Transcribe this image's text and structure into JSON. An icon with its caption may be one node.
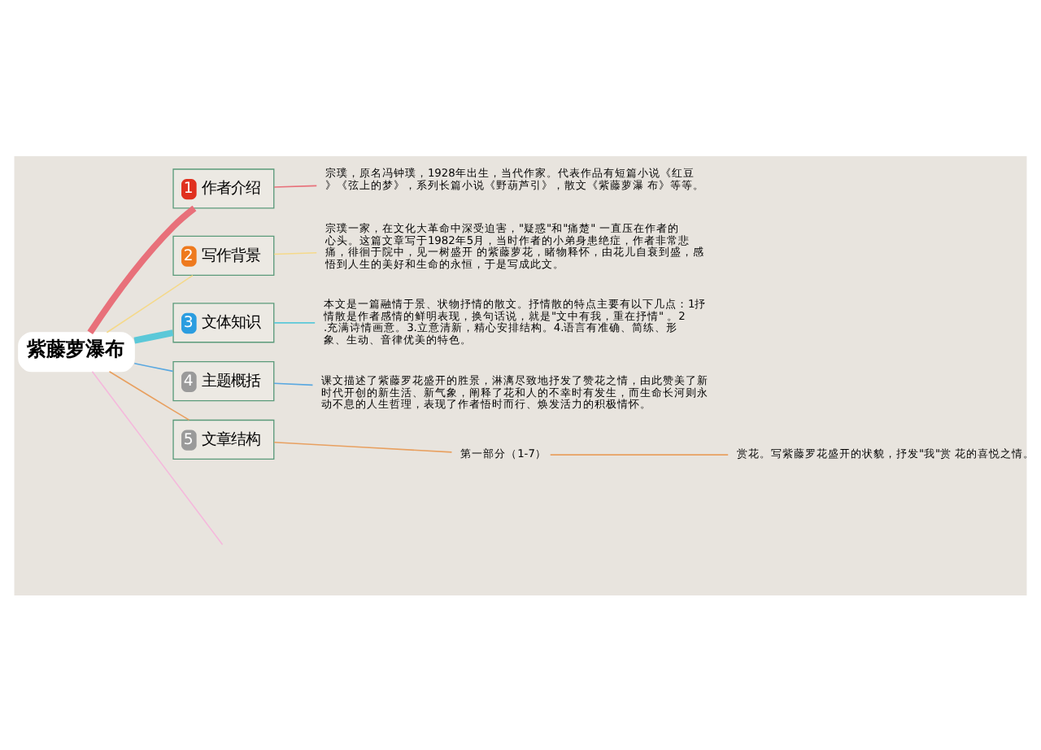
{
  "diagram": {
    "nodes": [
      {
        "text": [
          "紫藤萝瀑布"
        ]
      },
      {
        "text": [
          "1",
          "作者介绍"
        ]
      },
      {
        "text": [
          "2",
          "写作背景"
        ]
      },
      {
        "text": [
          "3",
          "文体知识"
        ]
      },
      {
        "text": [
          "4",
          "主题概括"
        ]
      },
      {
        "text": [
          "5",
          "文章结构"
        ]
      },
      {
        "text": [
          "宗璞，原名冯钟璞，1928年出生，当代作家。代表作品有短篇小说《红豆》《弦上的梦》，系列长篇小说《野葫芦引》，散文《紫藤萝瀑 布》等等。"
        ]
      },
      {
        "text": [
          "宗璞一家，在文化大革命中深受迫害，\"疑惑\"和\"痛楚\" 一直压在作者的心头。这篇文章写于1982年5月，当时作者的小弟身患绝症，作者非常悲痛，徘徊于院中，见一树盛开 的紫藤萝花，睹物释怀，由花儿自衰到盛，感悟到人生的美好和生命的永恒，于是写成此文。"
        ]
      },
      {
        "text": [
          "本文是一篇融情于景、状物抒情的散文。抒情散的特点主要有以下几点：1抒情散是作者感情的鲜明表现，换句话说，就是\"文中有我，重在抒情\" 。2.充满诗情画意。3.立意清新，精心安排结构。4.语言有准确、简练、形象、生动、音律优美的特色。"
        ]
      },
      {
        "text": [
          "课文描述了紫藤罗花盛开的胜景，淋漓尽致地抒发了赞花之情，由此赞美了新时代开创的新生活、新气象，阐释了花和人的不幸时有发生，而生命长河则永动不息的人生哲理，表现了作者悟时而行、焕发活力的积极情怀。"
        ]
      },
      {
        "text": [
          "第一部分（1-7）"
        ]
      },
      {
        "text": [
          "赏花。写紫藤罗花盛开的状貌，抒发\"我\"赏 花的喜悦之情。"
        ]
      }
    ],
    "edges": [
      {
        "from": 0,
        "to": 1,
        "arrow": "none",
        "style": "thick",
        "color": "#e8707a"
      },
      {
        "from": 0,
        "to": 2,
        "arrow": "none",
        "color": "#f5d98a"
      },
      {
        "from": 0,
        "to": 3,
        "arrow": "none",
        "style": "thick",
        "color": "#5bc8d8"
      },
      {
        "from": 0,
        "to": 4,
        "arrow": "none",
        "color": "#5aa8e0"
      },
      {
        "from": 0,
        "to": 5,
        "arrow": "none",
        "color": "#e8a060"
      },
      {
        "from": 0,
        "to": null,
        "arrow": "none",
        "color": "#f5b8dc"
      },
      {
        "from": 1,
        "to": 6,
        "arrow": "none",
        "color": "#e8707a"
      },
      {
        "from": 2,
        "to": 7,
        "arrow": "none",
        "color": "#f5d98a"
      },
      {
        "from": 3,
        "to": 8,
        "arrow": "none",
        "color": "#5bc8d8"
      },
      {
        "from": 4,
        "to": 9,
        "arrow": "none",
        "color": "#5aa8e0"
      },
      {
        "from": 5,
        "to": 10,
        "arrow": "none",
        "color": "#e8a060"
      },
      {
        "from": 10,
        "to": 11,
        "arrow": "none",
        "color": "#e8a060"
      }
    ]
  }
}
